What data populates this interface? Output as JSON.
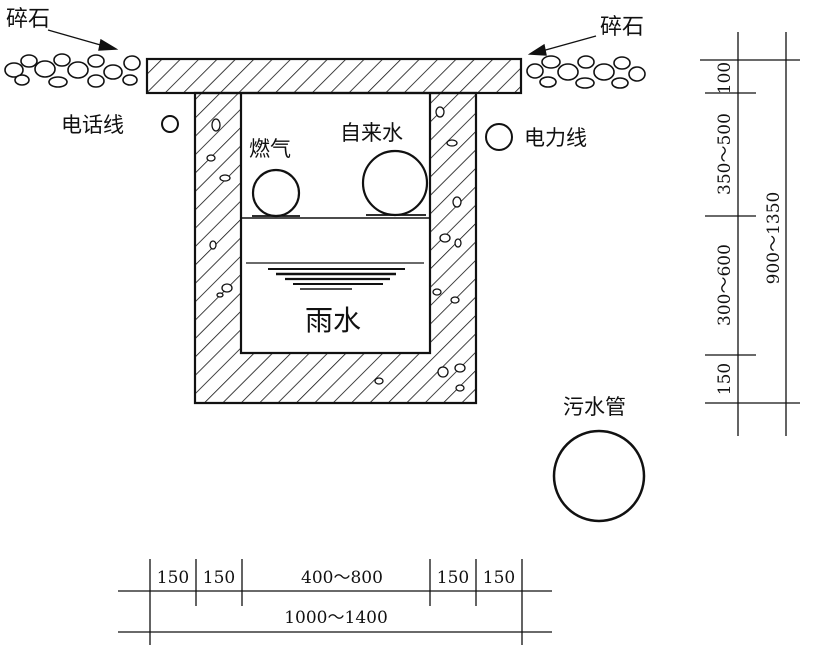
{
  "labels": {
    "gravel_left": "碎石",
    "gravel_right": "碎石",
    "phone_line": "电话线",
    "power_line": "电力线",
    "gas": "燃气",
    "tap_water": "自来水",
    "rain_water": "雨水",
    "sewage_pipe": "污水管"
  },
  "dimensions": {
    "vertical": {
      "top": "100",
      "upper": "350～500",
      "middle": "300～600",
      "bottom": "150",
      "total": "900～1350"
    },
    "horizontal": {
      "seg1": "150",
      "seg2": "150",
      "inner": "400～800",
      "seg4": "150",
      "seg5": "150",
      "total": "1000～1400"
    }
  }
}
